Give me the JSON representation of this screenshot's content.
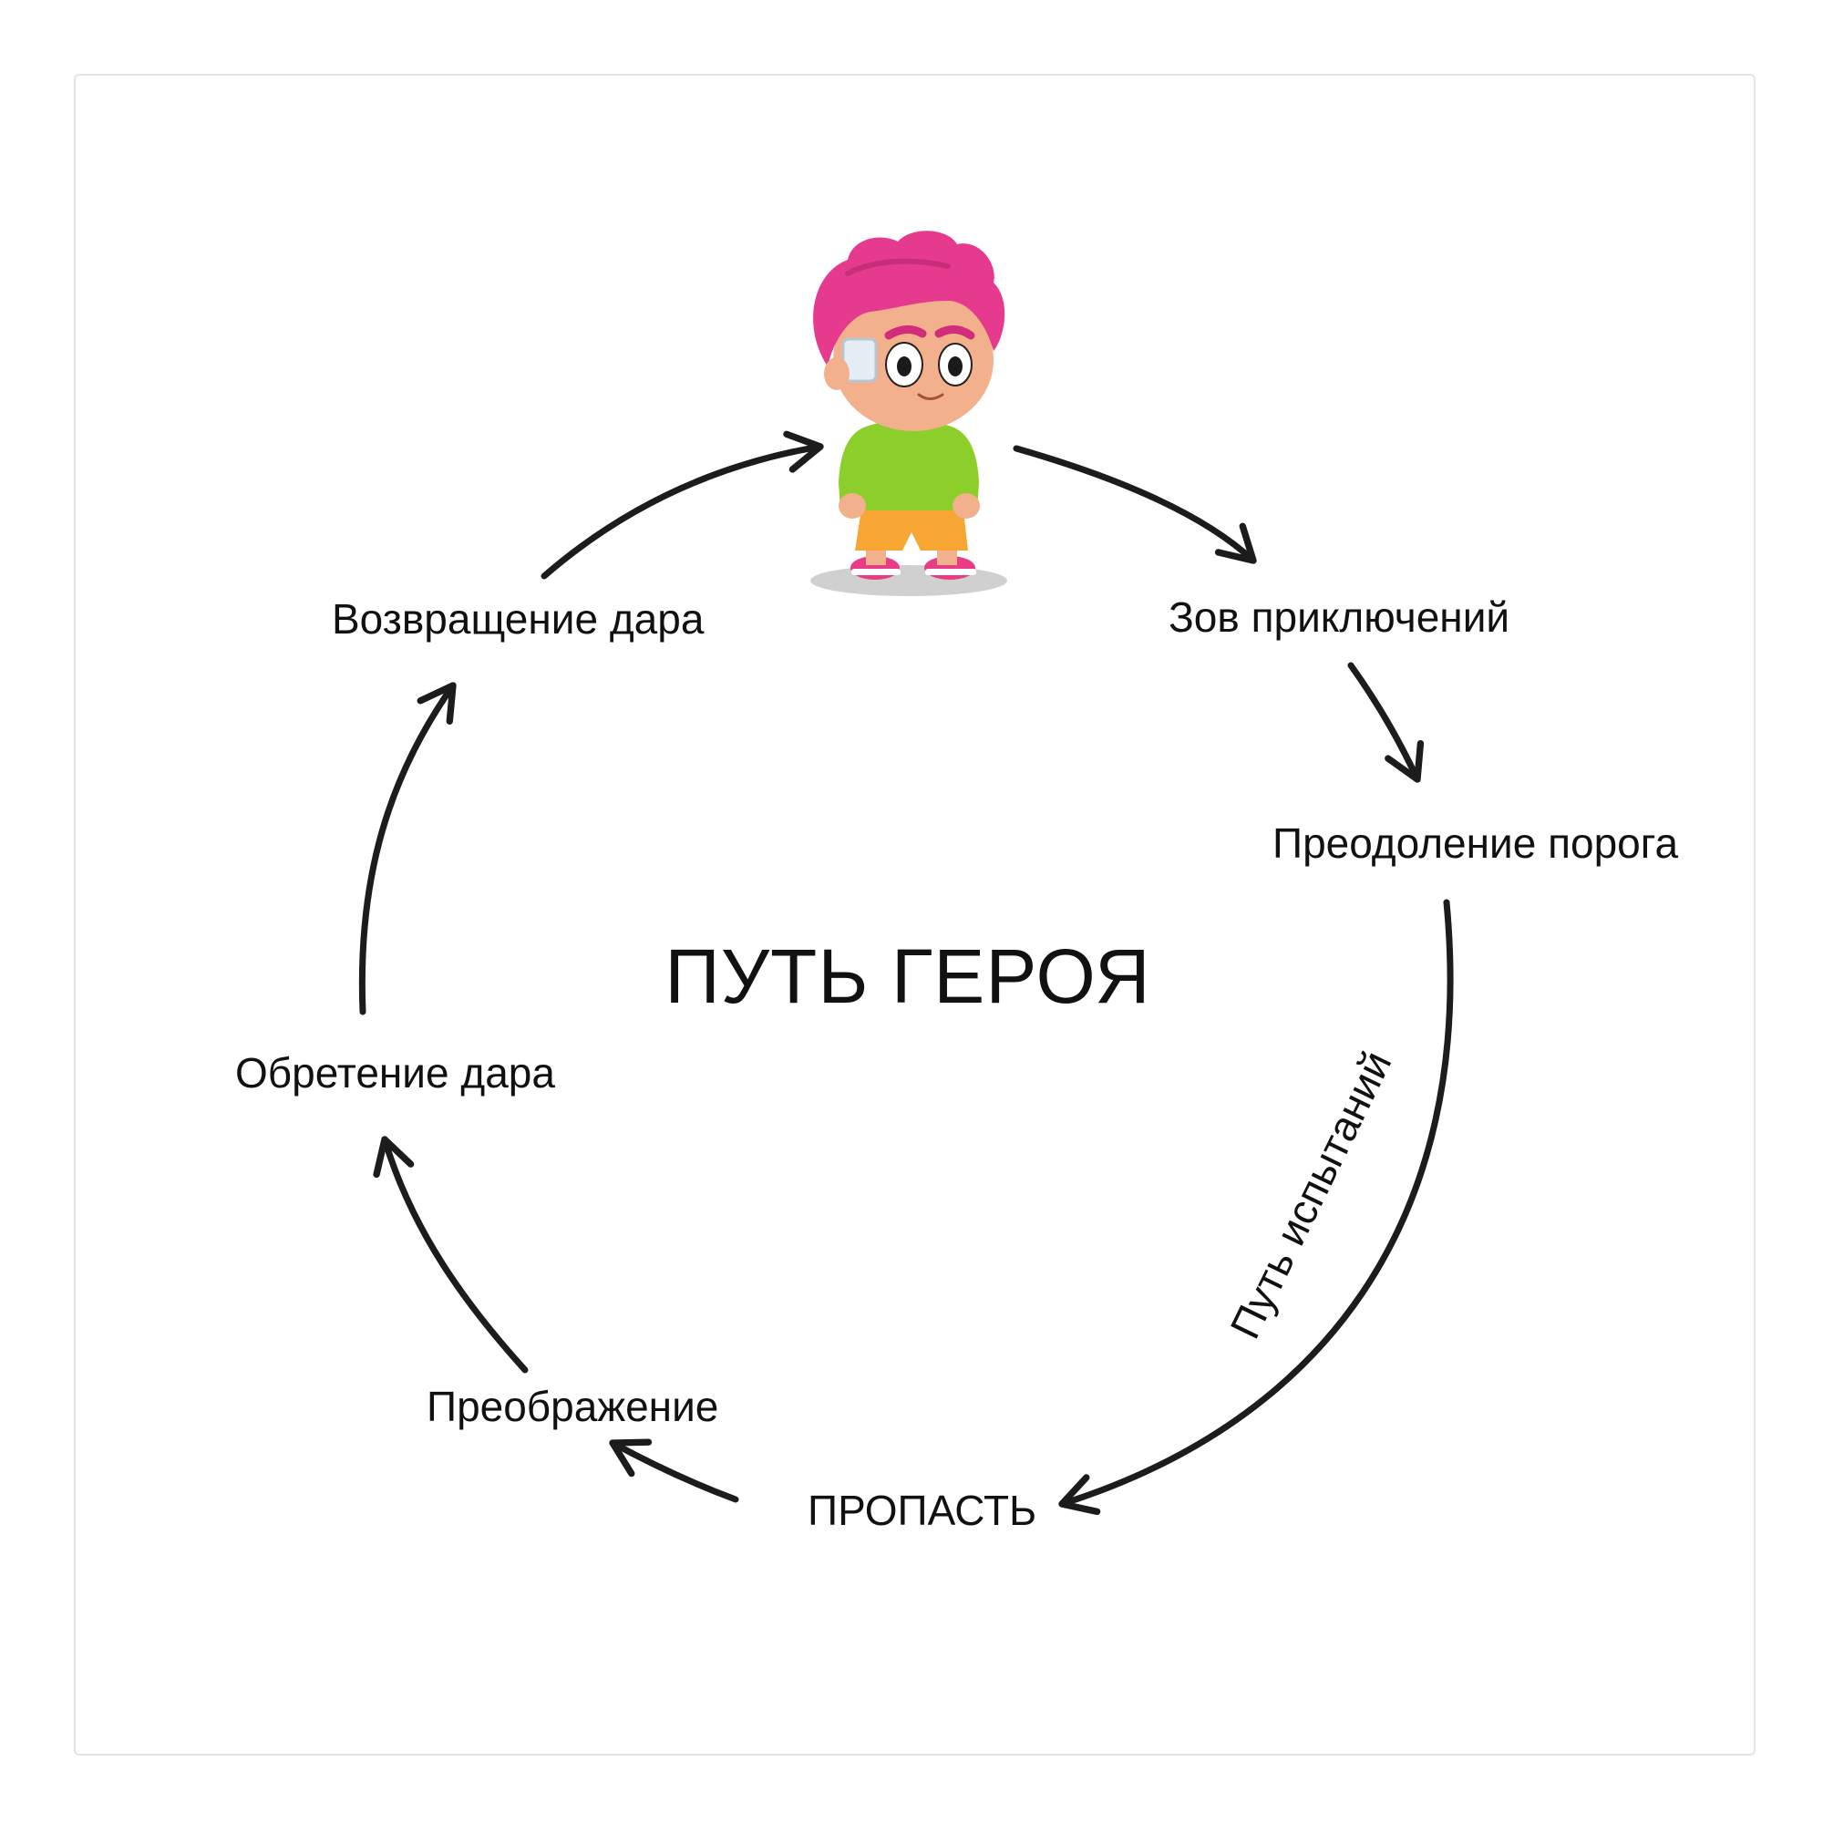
{
  "diagram": {
    "title": "ПУТЬ ГЕРОЯ",
    "stages": [
      "Зов приключений",
      "Преодоление порога",
      "Путь испытаний",
      "ПРОПАСТЬ",
      "Преображение",
      "Обретение дара",
      "Возвращение дара"
    ],
    "character": {
      "icon": "cartoon-hero-boy-icon",
      "hair_color": "#e63a8f",
      "shirt_color": "#8ccf2a",
      "shorts_color": "#f7a634",
      "skin_color": "#f3b08c"
    },
    "colors": {
      "text": "#111111",
      "arrow": "#1c1c1c",
      "frame_border": "#e4e4e4",
      "background": "#ffffff"
    }
  }
}
